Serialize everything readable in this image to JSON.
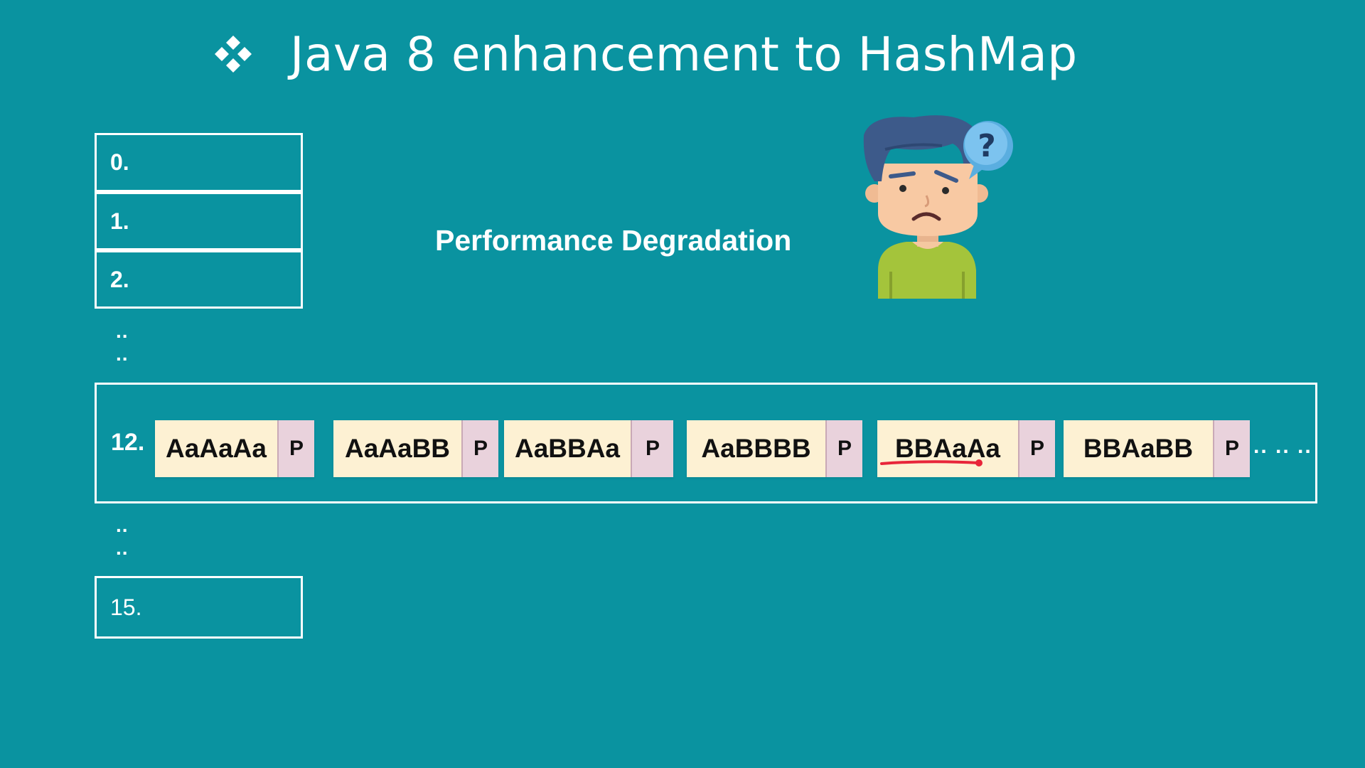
{
  "title": {
    "text": "Java 8 enhancement to HashMap",
    "bullet_icon": "four-diamond-bullet-icon"
  },
  "buckets": [
    {
      "label": "0."
    },
    {
      "label": "1."
    },
    {
      "label": "2."
    }
  ],
  "dots_upper": "..",
  "dots_upper_2": "..",
  "dots_lower": "..",
  "dots_lower_2": "..",
  "bucket_last": {
    "label": "15."
  },
  "performance_text": "Performance Degradation",
  "illustration": {
    "icon": "confused-person-icon",
    "bubble_text": "?"
  },
  "row": {
    "label": "12.",
    "nodes": [
      {
        "key": "AaAaAa",
        "pointer": "P"
      },
      {
        "key": "AaAaBB",
        "pointer": "P"
      },
      {
        "key": "AaBBAa",
        "pointer": "P"
      },
      {
        "key": "AaBBBB",
        "pointer": "P"
      },
      {
        "key": "BBAaAa",
        "pointer": "P"
      },
      {
        "key": "BBAaBB",
        "pointer": "P"
      }
    ],
    "ellipsis": ".. .. .."
  },
  "colors": {
    "background": "#0a93a0",
    "node_key": "#fdf1d3",
    "node_pointer": "#e9d2dc",
    "annotation": "#e8253a"
  }
}
